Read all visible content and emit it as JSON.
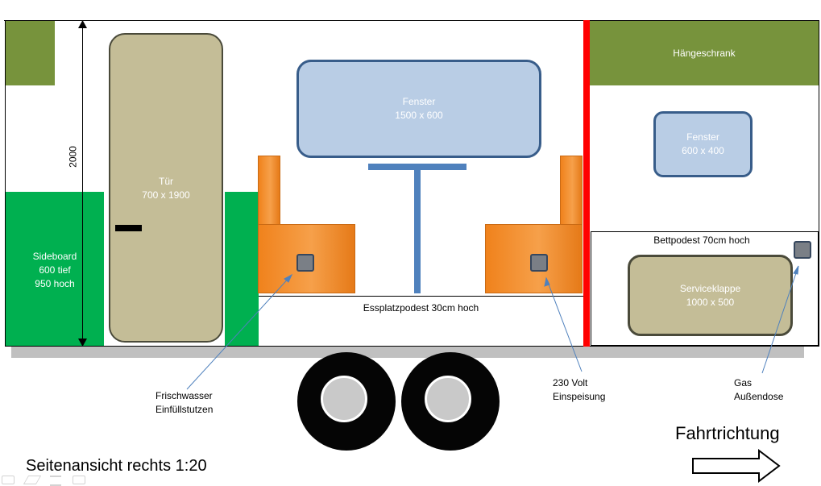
{
  "labels": {
    "hangeschrank": "Hängeschrank",
    "fenster_large_title": "Fenster",
    "fenster_large_size": "1500 x 600",
    "fenster_small_title": "Fenster",
    "fenster_small_size": "600 x 400",
    "tuer_title": "Tür",
    "tuer_size": "700 x 1900",
    "sideboard_title": "Sideboard",
    "sideboard_depth": "600 tief",
    "sideboard_height": "950 hoch",
    "height_dimension": "2000",
    "esspodest": "Essplatzpodest 30cm hoch",
    "bettpodest": "Bettpodest 70cm hoch",
    "serviceklappe_title": "Serviceklappe",
    "serviceklappe_size": "1000 x 500",
    "frischwasser_line1": "Frischwasser",
    "frischwasser_line2": "Einfüllstutzen",
    "volt_line1": "230 Volt",
    "volt_line2": "Einspeisung",
    "gas_line1": "Gas",
    "gas_line2": "Außendose",
    "fahrtrichtung": "Fahrtrichtung",
    "caption": "Seitenansicht rechts 1:20"
  },
  "colors": {
    "green_cabinet": "#77933c",
    "sideboard_green": "#00b050",
    "door_fill": "#c4bd97",
    "window_fill": "#b9cde5",
    "window_border": "#385d8a",
    "table_blue": "#4f81bd",
    "divider_red": "#ff0000",
    "chassis_gray": "#c0c0c0",
    "seat_orange": "#f79646"
  }
}
